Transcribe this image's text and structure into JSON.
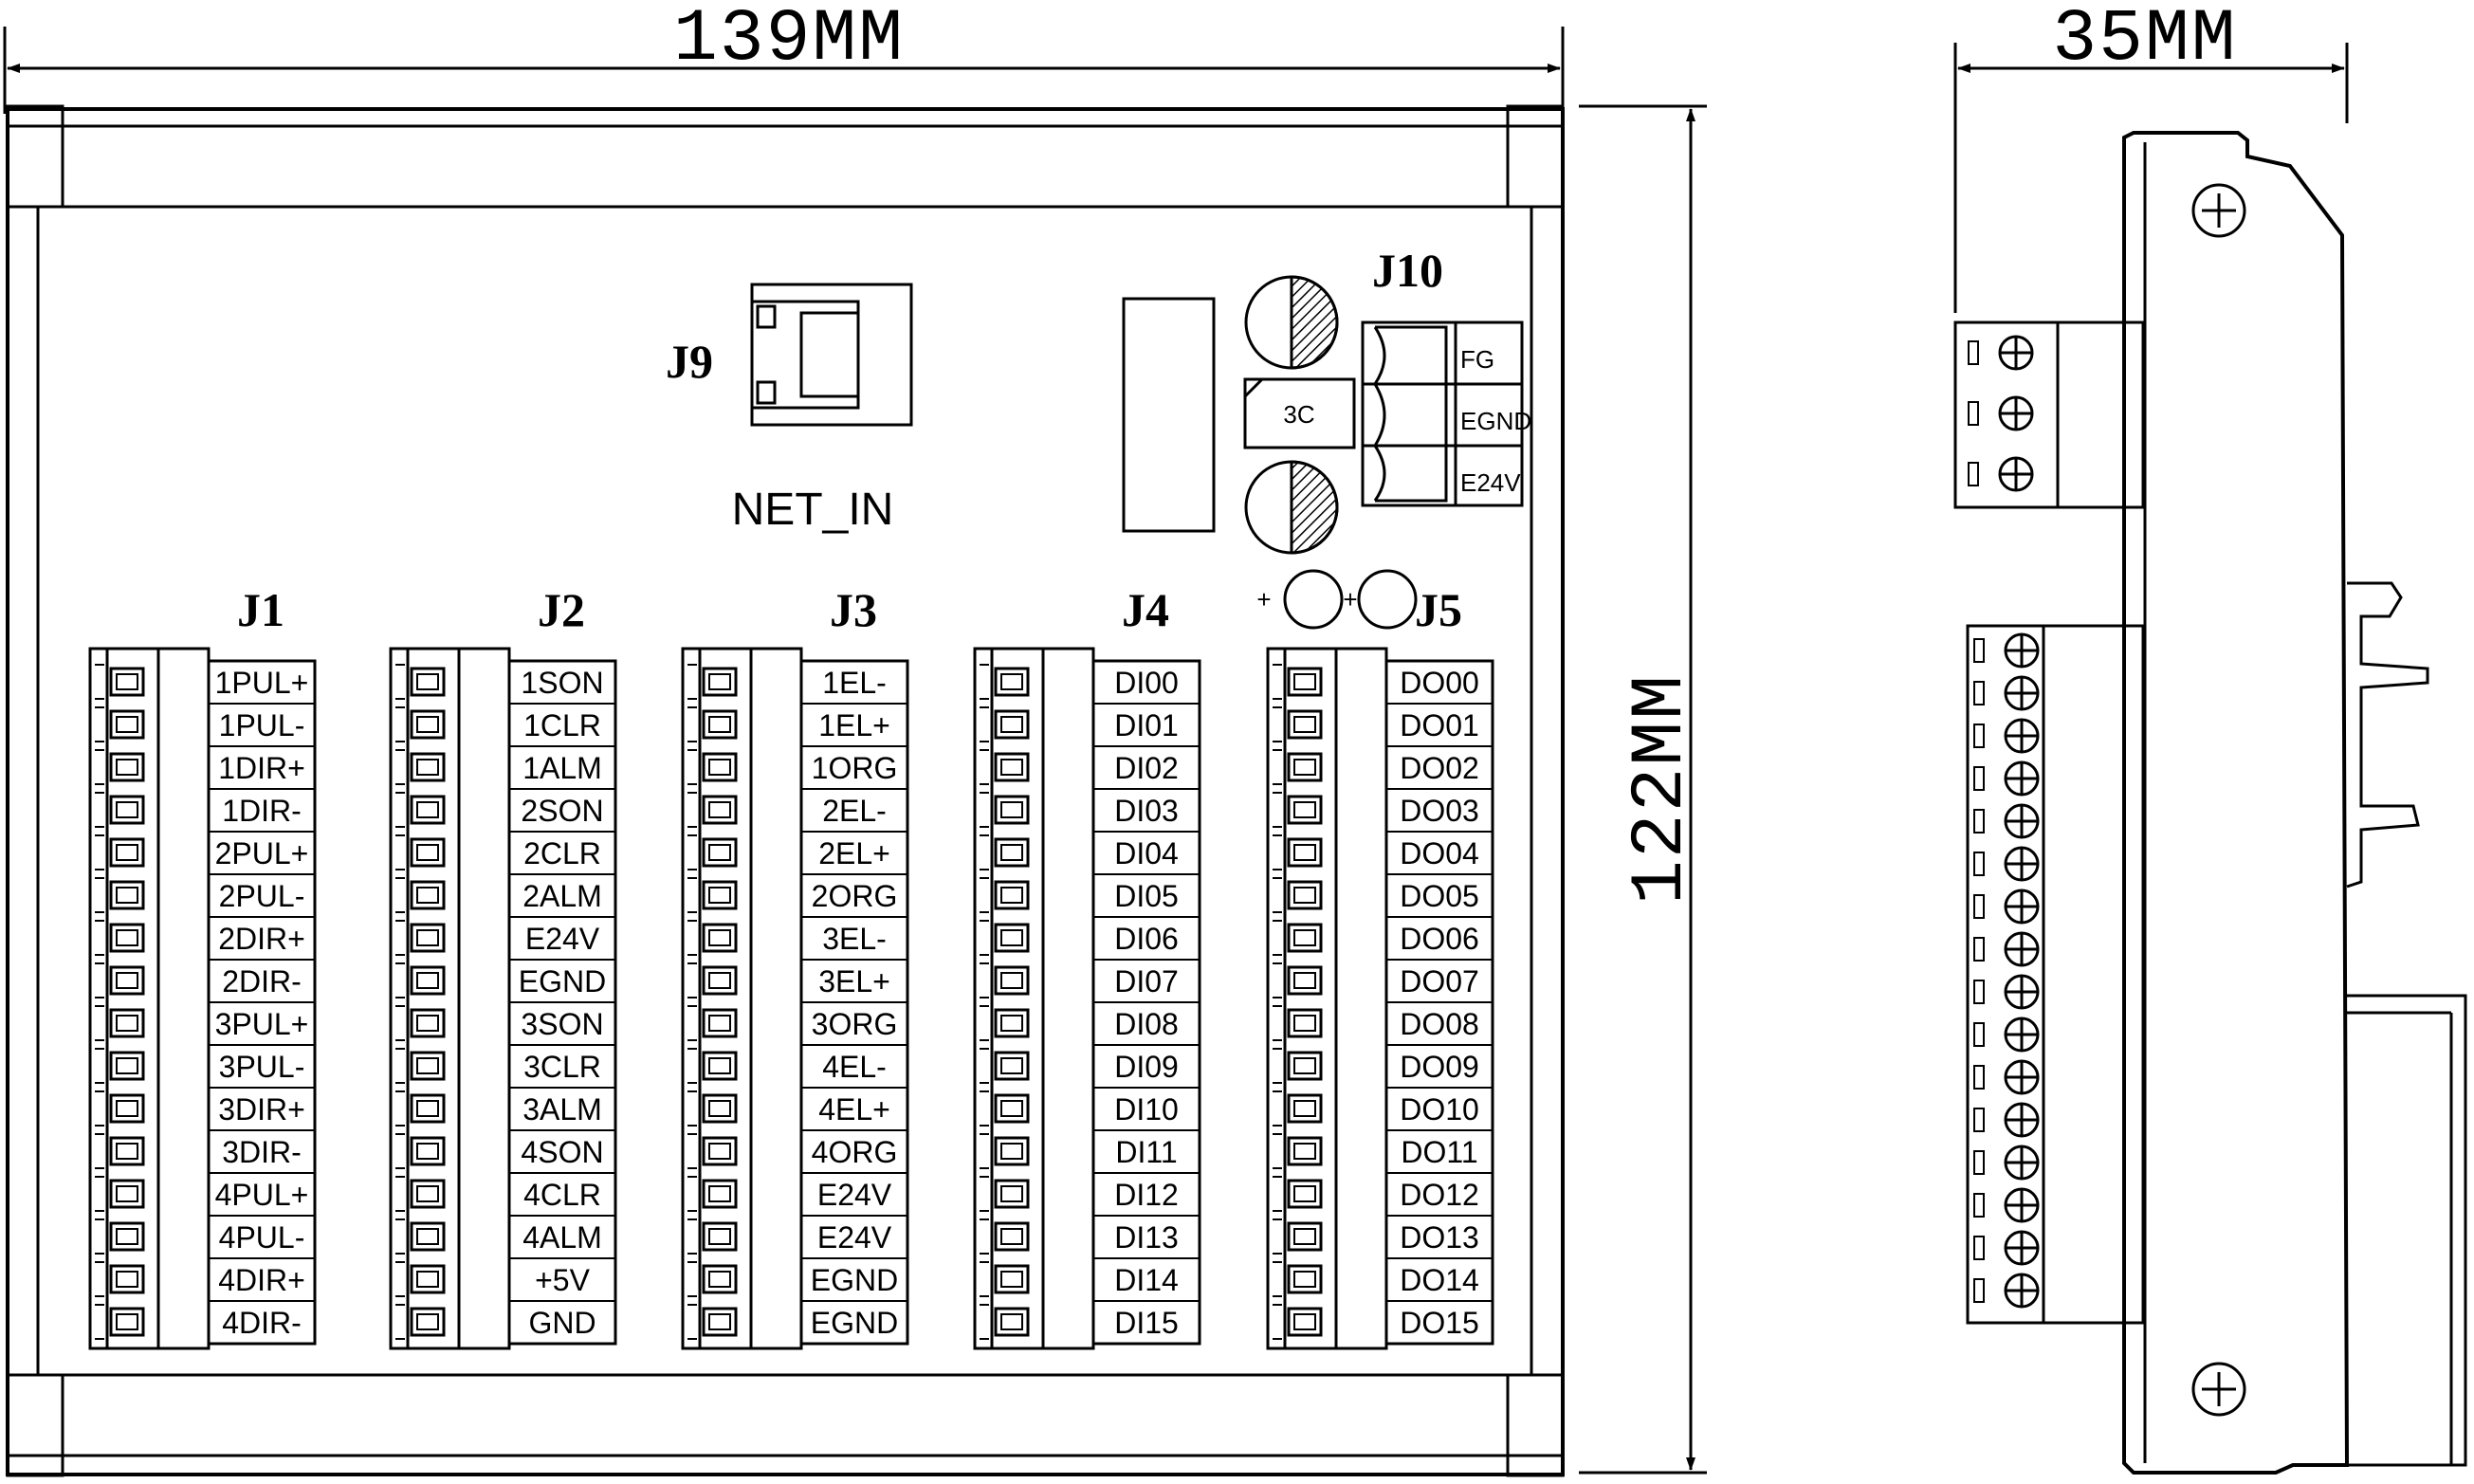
{
  "dimensions": {
    "width_label": "139MM",
    "height_label": "122MM",
    "depth_label": "35MM"
  },
  "connectors": {
    "j9": {
      "title": "J9",
      "caption": "NET_IN"
    },
    "j10": {
      "title": "J10",
      "pins": [
        "FG",
        "EGND",
        "E24V"
      ]
    },
    "terminal_blocks": [
      {
        "title": "J1",
        "pins": [
          "1PUL+",
          "1PUL-",
          "1DIR+",
          "1DIR-",
          "2PUL+",
          "2PUL-",
          "2DIR+",
          "2DIR-",
          "3PUL+",
          "3PUL-",
          "3DIR+",
          "3DIR-",
          "4PUL+",
          "4PUL-",
          "4DIR+",
          "4DIR-"
        ]
      },
      {
        "title": "J2",
        "pins": [
          "1SON",
          "1CLR",
          "1ALM",
          "2SON",
          "2CLR",
          "2ALM",
          "E24V",
          "EGND",
          "3SON",
          "3CLR",
          "3ALM",
          "4SON",
          "4CLR",
          "4ALM",
          "+5V",
          "GND"
        ]
      },
      {
        "title": "J3",
        "pins": [
          "1EL-",
          "1EL+",
          "1ORG",
          "2EL-",
          "2EL+",
          "2ORG",
          "3EL-",
          "3EL+",
          "3ORG",
          "4EL-",
          "4EL+",
          "4ORG",
          "E24V",
          "E24V",
          "EGND",
          "EGND"
        ]
      },
      {
        "title": "J4",
        "pins": [
          "DI00",
          "DI01",
          "DI02",
          "DI03",
          "DI04",
          "DI05",
          "DI06",
          "DI07",
          "DI08",
          "DI09",
          "DI10",
          "DI11",
          "DI12",
          "DI13",
          "DI14",
          "DI15"
        ]
      },
      {
        "title": "J5",
        "pins": [
          "DO00",
          "DO01",
          "DO02",
          "DO03",
          "DO04",
          "DO05",
          "DO06",
          "DO07",
          "DO08",
          "DO09",
          "DO10",
          "DO11",
          "DO12",
          "DO13",
          "DO14",
          "DO15"
        ]
      }
    ]
  },
  "component_marks": {
    "inductor_label": "3C",
    "led_polarity": [
      "+",
      "+"
    ]
  }
}
